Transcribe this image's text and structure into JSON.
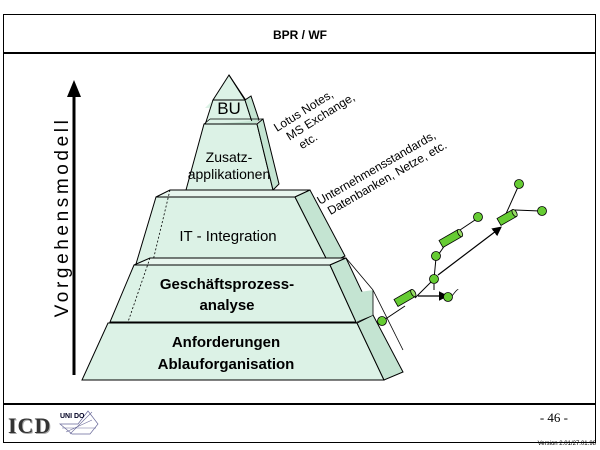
{
  "header": {
    "title": "BPR / WF"
  },
  "axis_label": "Vorgehensmodell",
  "pyramid": {
    "levels": [
      {
        "lines": [
          "BU"
        ]
      },
      {
        "lines": [
          "Zusatz-",
          "applikationen"
        ]
      },
      {
        "lines": [
          "IT - Integration"
        ]
      },
      {
        "lines": [
          "Geschäftsprozess-",
          "analyse"
        ]
      },
      {
        "lines": [
          "Anforderungen",
          "Ablauforganisation"
        ]
      }
    ]
  },
  "annotations": {
    "top": [
      "Lotus Notes,",
      "MS Exchange,",
      "etc."
    ],
    "middle": [
      "Unternehmensstandards,",
      "Datenbanken, Netze, etc."
    ]
  },
  "footer": {
    "logo_icd": "ICD",
    "logo_uni": "UNI DO",
    "page_number": "- 46 -",
    "version": "Version 2.01/27.01.98"
  },
  "colors": {
    "pyramid_fill": "#dcf2e6",
    "pyramid_side": "#c4e4d2",
    "node": "#66cc33"
  }
}
